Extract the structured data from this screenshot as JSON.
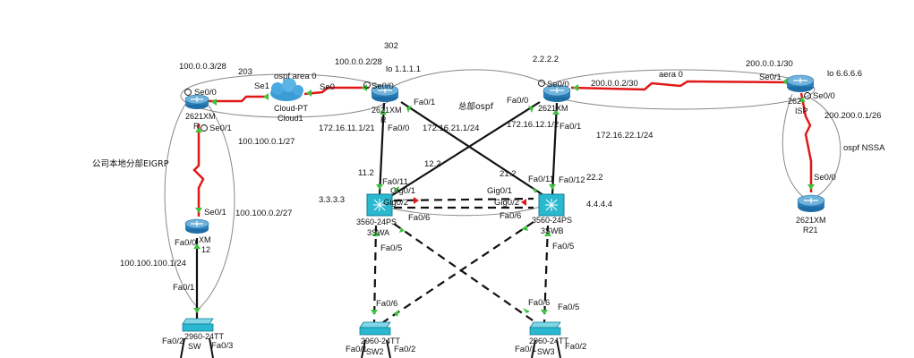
{
  "colors": {
    "serial_link": "#e01818",
    "ethernet_link": "#111111",
    "port_up": "#3cc23c",
    "port_down": "#e01818",
    "router": "#2b7fb8",
    "switch": "#29b8cf",
    "cloud": "#3a9bd5",
    "area_ring": "#888888"
  },
  "devices": {
    "r_left": {
      "model": "2621XM",
      "name": "R"
    },
    "r12": {
      "model": "XM",
      "name": "12"
    },
    "cloud": {
      "model": "Cloud-PT",
      "name": "Cloud1"
    },
    "r_center": {
      "model": "2621XM",
      "name": "R"
    },
    "r_core": {
      "model": "2621XM",
      "name": ""
    },
    "isp": {
      "model": "262",
      "name": "ISP"
    },
    "r21": {
      "model": "2621XM",
      "name": "R21"
    },
    "swa": {
      "model": "3560-24PS",
      "name": "3SWA"
    },
    "swb": {
      "model": "3560-24PS",
      "name": "3SWB"
    },
    "sw_left": {
      "model": "2960-24TT",
      "name": "SW"
    },
    "sw2": {
      "model": "2960-24TT",
      "name": "SW2"
    },
    "sw3": {
      "model": "2960-24TT",
      "name": "SW3"
    }
  },
  "labels": {
    "net_100_0_3": "100.0.0.3/28",
    "n203": "203",
    "ospf_area0": "ospf area 0",
    "net_100_0_2": "100.0.0.2/28",
    "n302": "302",
    "lo_1": "lo 1.1.1.1",
    "id_2222": "2.2.2.2",
    "aera0": "aera 0",
    "net_200_0_1": "200.0.0.1/30",
    "lo_6": "lo 6.6.6.6",
    "se1": "Se1",
    "se0_cloud": "Se0",
    "se00_center": "Se0/0",
    "se00_left": "Se0/0",
    "se01_left": "Se0/1",
    "se00_core": "Se0/0",
    "net_200_0_2": "200.0.0.2/30",
    "se01_isp": "Se0/1",
    "se00_isp": "Se0/0",
    "fa01_center": "Fa0/1",
    "zongbu_ospf": "总部ospf",
    "fa00_core": "Fa0/0",
    "net_100_100_1": "100.100.0.1/27",
    "net_172_11": "172.16.11.1/21",
    "fa00_center": "Fa0/0",
    "net_172_21": "172.16.21.1/24",
    "net_172_12": "172.16.12.1/2",
    "fa01_core": "Fa0/1",
    "net_172_22": "172.16.22.1/24",
    "net_200_200": "200.200.0.1/26",
    "ospf_nssa": "ospf NSSA",
    "eigrp": "公司本地分部EIGRP",
    "n112": "11.2",
    "n122": "12.2",
    "n212": "21.2",
    "n222": "22.2",
    "fa011_a": "Fa0/11",
    "fa011_b": "Fa0/11",
    "fa012_b": "Fa0/12",
    "se00_r21": "Se0/0",
    "se01_r12": "Se0/1",
    "net_100_100_2": "100.100.0.2/27",
    "id_3333": "3.3.3.3",
    "gig01_a": "Gig0/1",
    "gig02_a": "Gig0/2",
    "gig01_b": "Gig0/1",
    "gig02_b": "Gig0/2",
    "id_4444": "4.4.4.4",
    "fa06_a": "Fa0/6",
    "fa06_b": "Fa0/6",
    "fa00_r12": "Fa0/0",
    "net_100_100_100": "100.100.100.1/24",
    "fa05_a": "Fa0/5",
    "fa05_b": "Fa0/5",
    "fa01_r12": "Fa0/1",
    "fa06_sw2": "Fa0/6",
    "fa06_sw3": "Fa0/6",
    "fa05_sw3": "Fa0/5",
    "fa02_sw": "Fa0/2",
    "fa03_sw": "Fa0/3",
    "fa01_sw2": "Fa0/1",
    "fa02_sw2": "Fa0/2",
    "fa01_sw3": "Fa0/1",
    "fa02_sw3": "Fa0/2"
  }
}
